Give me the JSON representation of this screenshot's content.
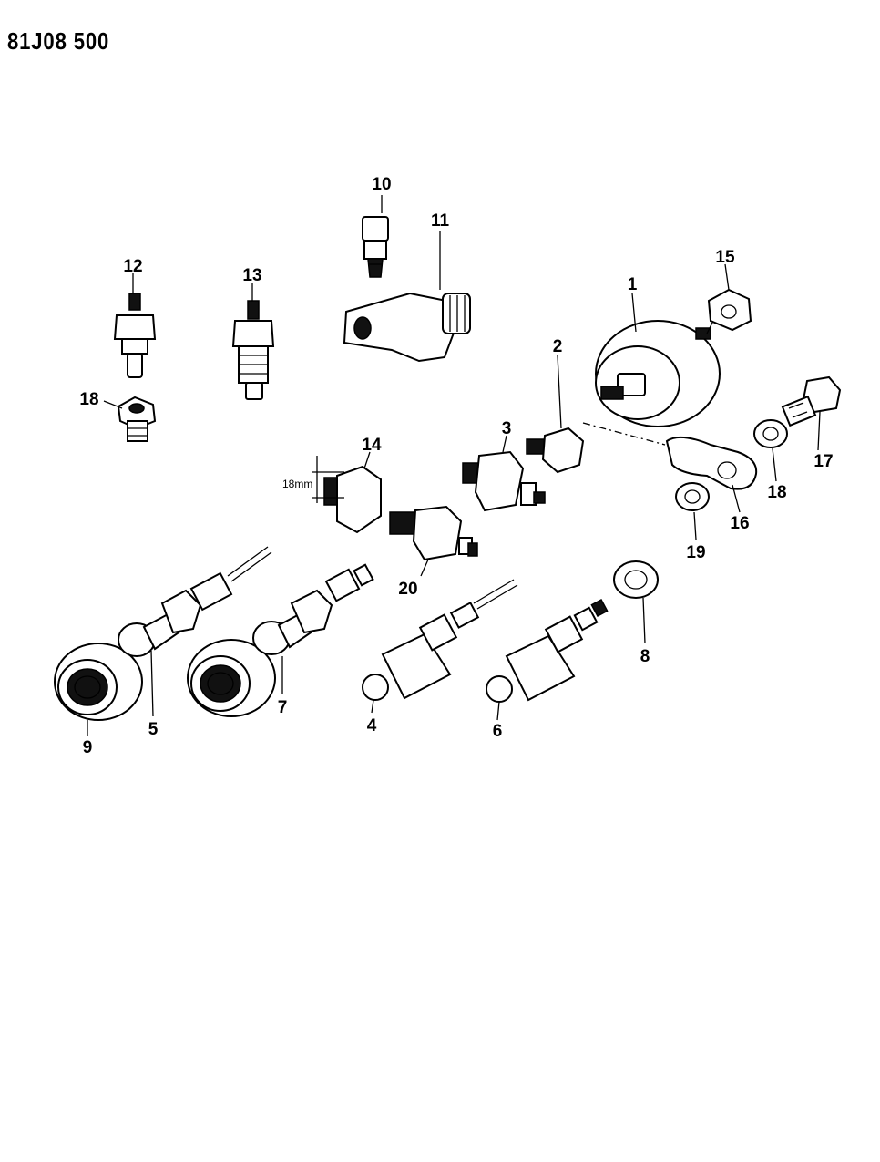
{
  "header": {
    "figure_code": "81J08 500"
  },
  "callouts": [
    "1",
    "2",
    "3",
    "4",
    "5",
    "6",
    "7",
    "8",
    "9",
    "10",
    "11",
    "12",
    "13",
    "14",
    "15",
    "16",
    "17",
    "18",
    "18",
    "19",
    "20"
  ],
  "dimension": "18mm"
}
